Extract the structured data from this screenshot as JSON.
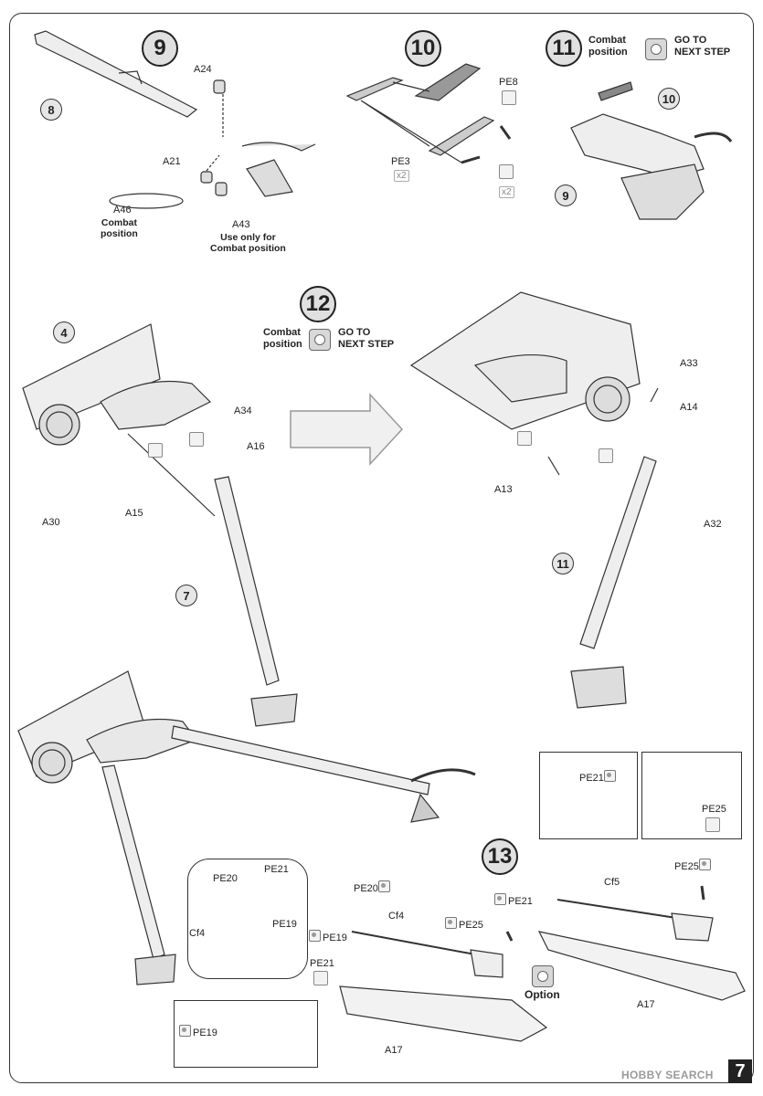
{
  "steps": {
    "s9": "9",
    "s10": "10",
    "s11": "11",
    "s12": "12",
    "s13": "13"
  },
  "callouts": {
    "c8": "8",
    "c10": "10",
    "c9": "9",
    "c4": "4",
    "c7": "7",
    "c11": "11"
  },
  "step9": {
    "a24": "A24",
    "a21": "A21",
    "a46": "A46",
    "a46_note": "Combat\nposition",
    "a43": "A43",
    "a43_note": "Use only for\nCombat position"
  },
  "step10": {
    "pe8": "PE8",
    "pe3": "PE3",
    "x2a": "x2",
    "x2b": "x2"
  },
  "step11": {
    "combat": "Combat\nposition",
    "goto": "GO TO\nNEXT STEP"
  },
  "step12": {
    "combat": "Combat\nposition",
    "goto": "GO TO\nNEXT STEP",
    "a34": "A34",
    "a16": "A16",
    "a15": "A15",
    "a30": "A30",
    "a33": "A33",
    "a14": "A14",
    "a13": "A13",
    "a32": "A32"
  },
  "step13": {
    "pe21_inset": "PE21",
    "pe25_inset": "PE25",
    "pe20_inset": "PE20",
    "pe21_inset2": "PE21",
    "pe19_inset": "PE19",
    "cf4_inset": "Cf4",
    "pe19_box": "PE19",
    "pe20": "PE20",
    "cf4": "Cf4",
    "pe19": "PE19",
    "pe21a": "PE21",
    "a17a": "A17",
    "pe25a": "PE25",
    "pe21b": "PE21",
    "cf5": "Cf5",
    "pe25b": "PE25",
    "a17b": "A17",
    "option": "Option"
  },
  "page": {
    "number": "7",
    "watermark": "HOBBY SEARCH"
  }
}
